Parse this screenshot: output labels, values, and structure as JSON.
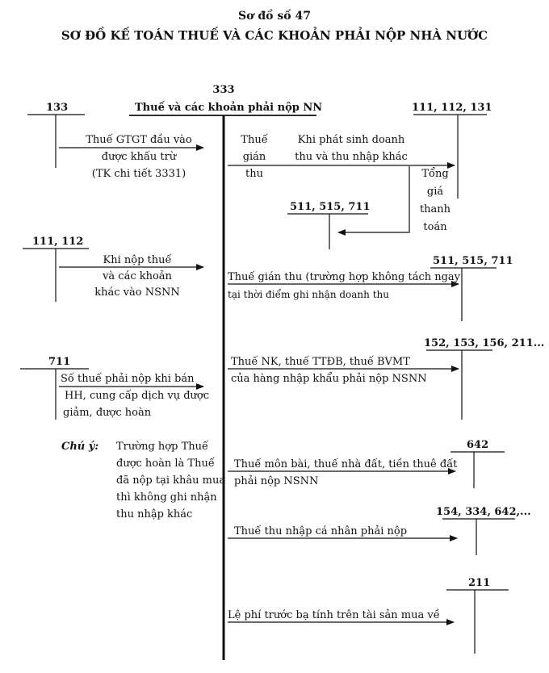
{
  "header": {
    "diagram_number": "Sơ đồ số 47",
    "title": "SƠ ĐỒ KẾ TOÁN THUẾ VÀ CÁC KHOẢN PHẢI NỘP NHÀ NƯỚC"
  },
  "center_account": {
    "code": "333",
    "name": "Thuế và các khoản phải nộp NN"
  },
  "accounts": {
    "a133": "133",
    "a111_112_131": "111, 112, 131",
    "a511_515_711_a": "511, 515, 711",
    "a111_112": "111, 112",
    "a511_515_711_b": "511, 515, 711",
    "a711": "711",
    "a152": "152, 153, 156, 211...",
    "a642": "642",
    "a154": "154, 334, 642,...",
    "a211": "211"
  },
  "entries": {
    "vat_input_1": "Thuế GTGT đầu vào",
    "vat_input_2": "được khấu trừ",
    "vat_input_3": "(TK chi tiết 3331)",
    "indirect_1": "Thuế",
    "indirect_2": "gián",
    "indirect_3": "thu",
    "revenue_1": "Khi phát sinh doanh",
    "revenue_2": "thu và thu nhập khác",
    "total_1": "Tổng",
    "total_2": "giá",
    "total_3": "thanh",
    "total_4": "toán",
    "pay_1": "Khi nộp thuế",
    "pay_2": "và các khoản",
    "pay_3": "khác vào NSNN",
    "indirect_sep_1": "Thuế gián thu (trường hợp không tách ngay",
    "indirect_sep_2": "tại thời điểm ghi nhận doanh thu",
    "reduce_1": "Số thuế phải nộp khi bán",
    "reduce_2": "HH, cung cấp dịch vụ được",
    "reduce_3": "giảm, được hoàn",
    "import_1": "Thuế NK, thuế TTĐB, thuế BVMT",
    "import_2": "của hàng nhập khẩu phải nộp NSNN",
    "license_1": "Thuế môn bài, thuế nhà đất, tiền thuê đất",
    "license_2": "phải nộp NSNN",
    "pit": "Thuế thu nhập cá nhân phải nộp",
    "reg_fee": "Lệ phí trước bạ tính trên tài sản mua về"
  },
  "note": {
    "label": "Chú ý:",
    "line1": "Trường hợp Thuế",
    "line2": "được hoàn là Thuế",
    "line3": "đã nộp tại khâu mua",
    "line4": "thì không ghi nhận",
    "line5": "thu nhập khác"
  }
}
